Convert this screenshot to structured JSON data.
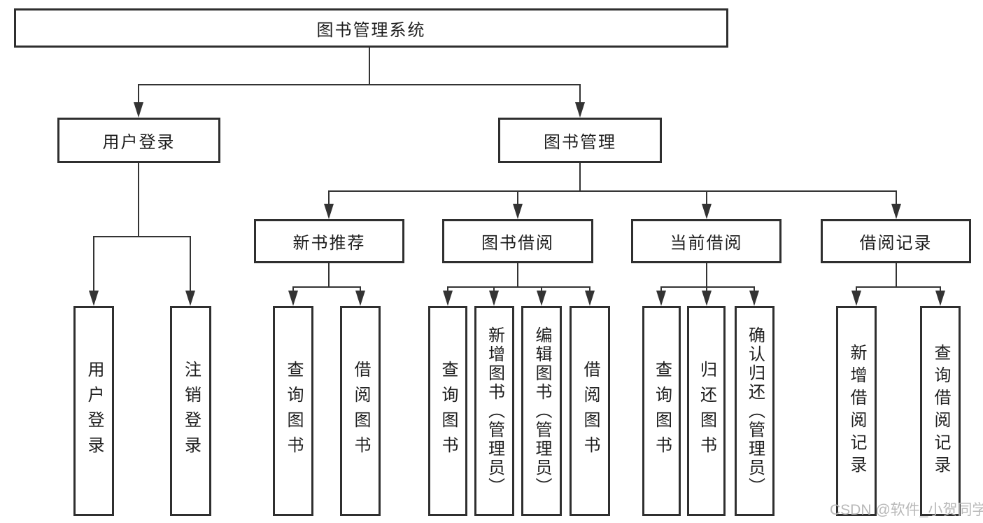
{
  "nodes": {
    "root": {
      "label": "图书管理系统"
    },
    "user_login": {
      "label": "用户登录"
    },
    "book_mgmt": {
      "label": "图书管理"
    },
    "new_book_rec": {
      "label": "新书推荐"
    },
    "book_borrow": {
      "label": "图书借阅"
    },
    "current_borrow": {
      "label": "当前借阅"
    },
    "borrow_records": {
      "label": "借阅记录"
    },
    "a1": {
      "label": "用户登录"
    },
    "a2": {
      "label": "注销登录"
    },
    "b1": {
      "label": "查询图书"
    },
    "b2": {
      "label": "借阅图书"
    },
    "c1": {
      "label": "查询图书"
    },
    "c2": {
      "label": "新增图书（管理员）"
    },
    "c3": {
      "label": "编辑图书（管理员）"
    },
    "c4": {
      "label": "借阅图书"
    },
    "d1": {
      "label": "查询图书"
    },
    "d2": {
      "label": "归还图书"
    },
    "d3": {
      "label": "确认归还（管理员）"
    },
    "e1": {
      "label": "新增借阅记录"
    },
    "e2": {
      "label": "查询借阅记录"
    }
  },
  "watermark": "CSDN @软件_小贺同学",
  "colors": {
    "line": "#333333",
    "box_border": "#2f2f2f",
    "text": "#1f1f1f",
    "watermark": "#b9b9b9",
    "background": "#ffffff"
  }
}
